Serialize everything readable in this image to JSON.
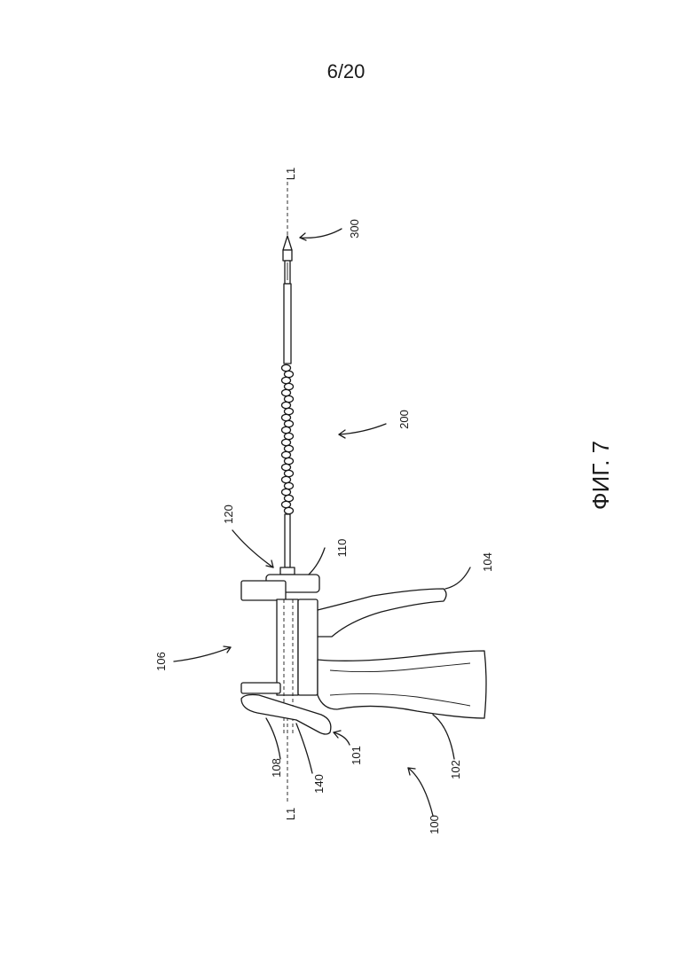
{
  "page": {
    "number": "6/20"
  },
  "figure": {
    "caption": "ФИГ. 7"
  },
  "axis": {
    "top_label": "L1",
    "bottom_label": "L1"
  },
  "callouts": {
    "c300": "300",
    "c200": "200",
    "c120": "120",
    "c110": "110",
    "c104": "104",
    "c106": "106",
    "c108": "108",
    "c140": "140",
    "c101": "101",
    "c102": "102",
    "c100": "100"
  }
}
